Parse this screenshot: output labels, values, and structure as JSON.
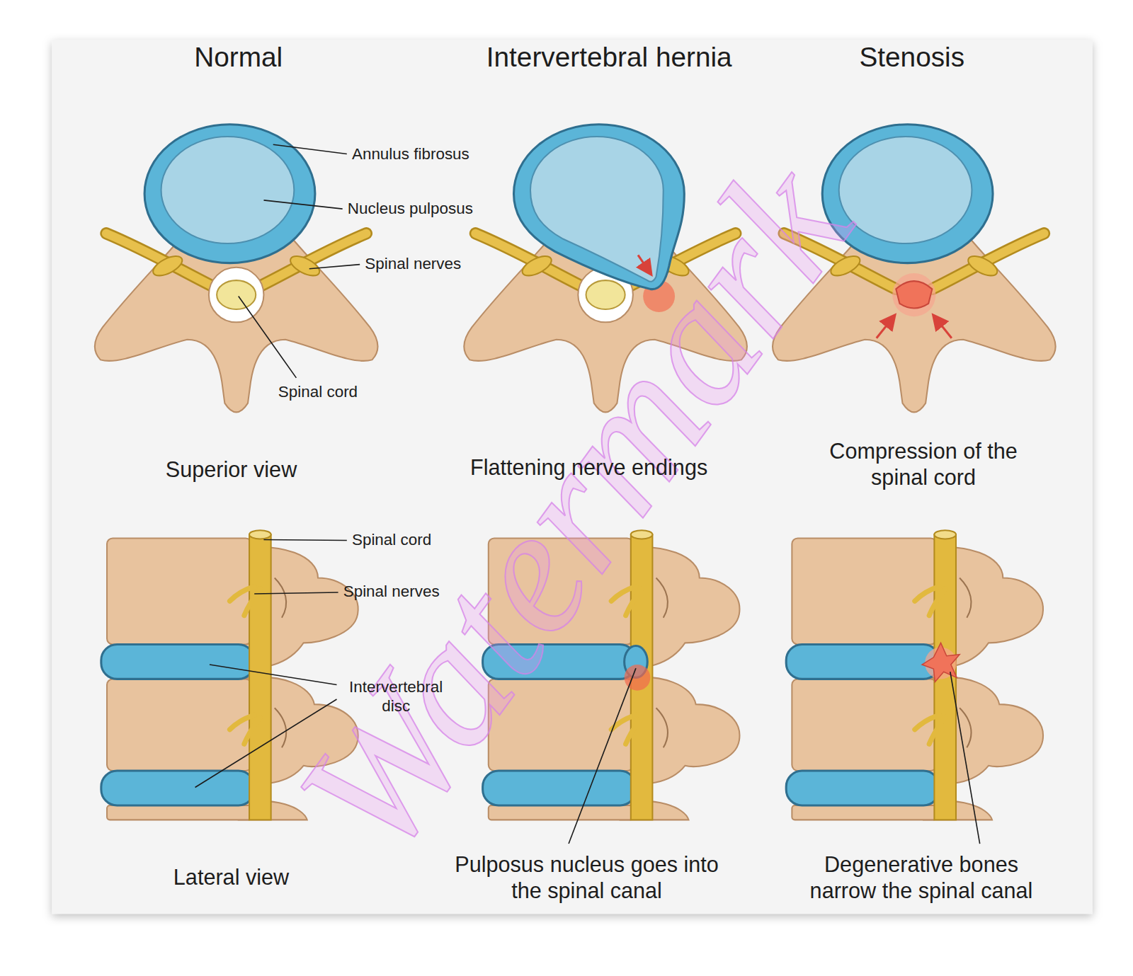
{
  "diagram": {
    "labels": [
      "Normal",
      "Intervertebral hernia",
      "Stenosis",
      "Annulus fibrosus",
      "Nucleus pulposus",
      "Spinal nerves",
      "Spinal cord",
      "Superior view",
      "Flattening nerve endings",
      "Compression of the spinal cord",
      "Spinal cord",
      "Spinal nerves",
      "Intervertebral disc",
      "Lateral view",
      "Pulposus nucleus goes into the spinal canal",
      "Degenerative bones narrow the spinal canal",
      "Watermark"
    ]
  }
}
